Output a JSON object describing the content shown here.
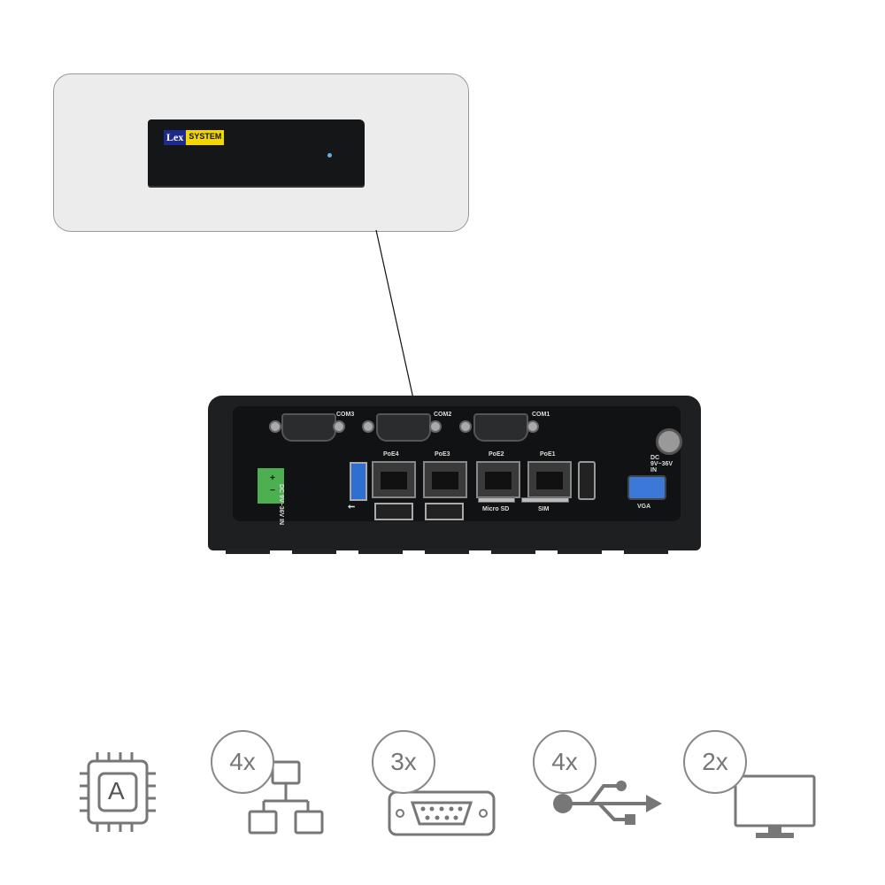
{
  "front_view": {
    "brand_lex": "Lex",
    "brand_system": "SYSTEM"
  },
  "rear_panel": {
    "com_labels": [
      "COM3",
      "COM2",
      "COM1"
    ],
    "poe_labels": [
      "PoE4",
      "PoE3",
      "PoE2",
      "PoE1"
    ],
    "dc_in_side": "DC 9V~36V IN",
    "dc_in_top": "DC 9V~36V IN",
    "micro_sd": "Micro SD",
    "sim": "SIM",
    "vga": "VGA",
    "terminal_plus": "+",
    "terminal_minus": "−"
  },
  "features": [
    {
      "icon": "cpu-icon",
      "letter": "A"
    },
    {
      "icon": "network-icon",
      "count": "4x"
    },
    {
      "icon": "serial-port-icon",
      "count": "3x"
    },
    {
      "icon": "usb-icon",
      "count": "4x"
    },
    {
      "icon": "monitor-icon",
      "count": "2x"
    }
  ],
  "colors": {
    "icon_gray": "#777777",
    "usb3_blue": "#2f6fd0",
    "terminal_green": "#4caf50"
  }
}
